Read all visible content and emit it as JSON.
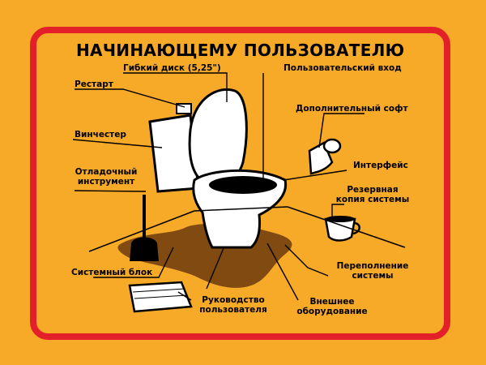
{
  "title": "НАЧИНАЮЩЕМУ ПОЛЬЗОВАТЕЛЮ",
  "labels": {
    "restart": "Рестарт",
    "floppy": "Гибкий диск (5,25\")",
    "user_input": "Пользовательский вход",
    "extra_soft": "Дополнительный софт",
    "hdd": "Винчестер",
    "debug_tool_line1": "Отладочный",
    "debug_tool_line2": "инструмент",
    "interface": "Интерфейс",
    "backup_line1": "Резервная",
    "backup_line2": "копия системы",
    "system_unit": "Системный блок",
    "overflow_line1": "Переполнение",
    "overflow_line2": "системы",
    "manual_line1": "Руководство",
    "manual_line2": "пользователя",
    "external_line1": "Внешнее",
    "external_line2": "оборудование"
  },
  "colors": {
    "background": "#f7a928",
    "frame": "#e3202a",
    "ink": "#000000"
  }
}
